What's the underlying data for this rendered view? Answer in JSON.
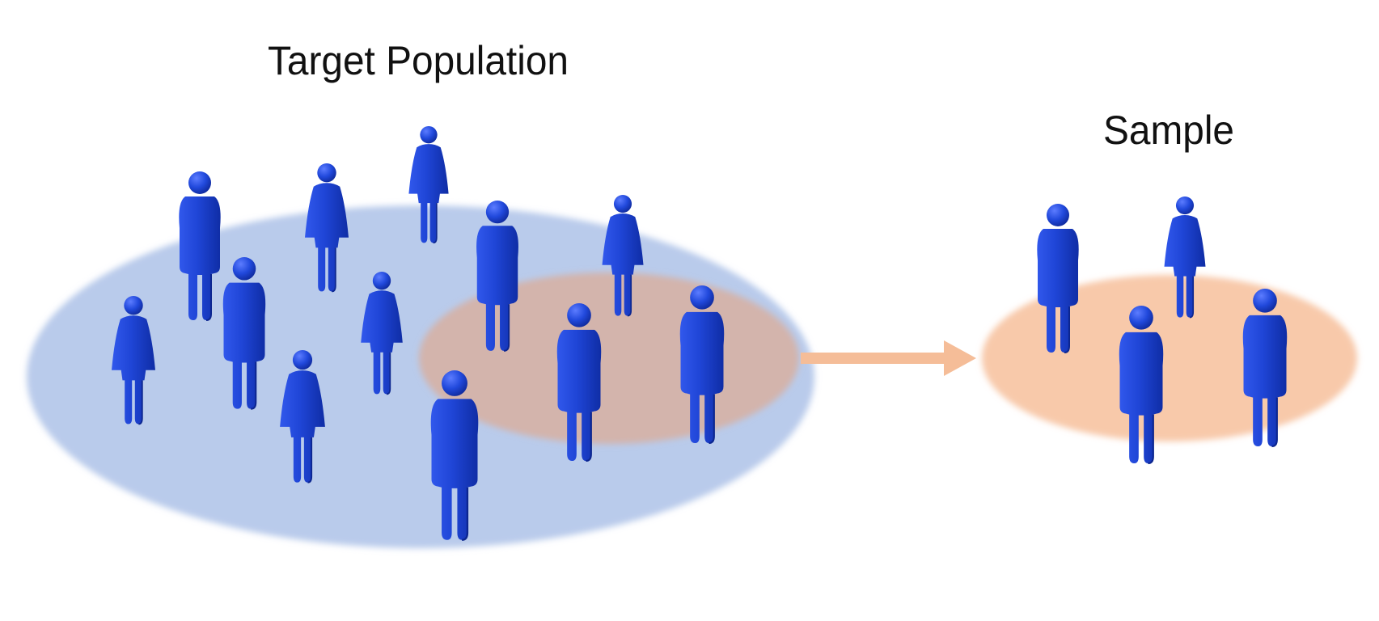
{
  "labels": {
    "population": "Target Population",
    "sample": "Sample"
  },
  "colors": {
    "population_area": "#b9cbeb",
    "sample_area": "#f8c9aa",
    "overlap_area": "#d3b4ac",
    "arrow": "#f5bd98",
    "figure_fill": "#1f45d6",
    "figure_shade": "#0f2da5"
  },
  "figures": {
    "population": [
      "male",
      "male",
      "female",
      "male",
      "female",
      "female",
      "male",
      "female",
      "female",
      "male",
      "male"
    ],
    "selected_in_population": [
      "male",
      "male"
    ],
    "sample": [
      "male",
      "female",
      "male",
      "male"
    ]
  }
}
